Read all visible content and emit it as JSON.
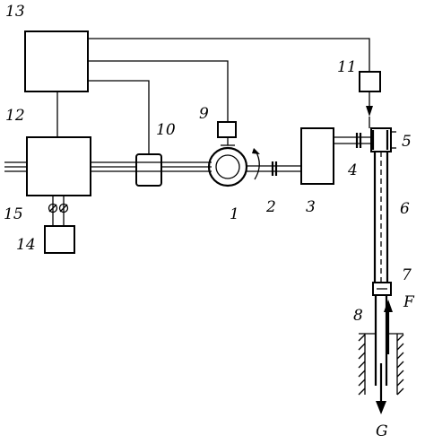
{
  "labels": {
    "n1": "1",
    "n2": "2",
    "n3": "3",
    "n4": "4",
    "n5": "5",
    "n6": "6",
    "n7": "7",
    "n8": "8",
    "n9": "9",
    "n10": "10",
    "n11": "11",
    "n12": "12",
    "n13": "13",
    "n14": "14",
    "n15": "15",
    "force_f": "F",
    "force_g": "G"
  }
}
